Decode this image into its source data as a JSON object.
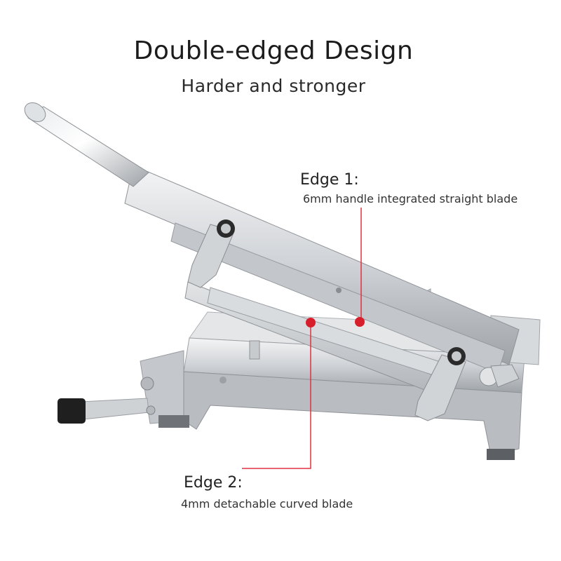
{
  "heading": {
    "title": "Double-edged Design",
    "subtitle": "Harder and stronger"
  },
  "callouts": [
    {
      "label": "Edge 1:",
      "description": "6mm handle integrated straight blade"
    },
    {
      "label": "Edge 2:",
      "description": "4mm detachable curved blade"
    }
  ],
  "colors": {
    "marker": "#d81e2a",
    "leader_line": "#e03040",
    "steel": "#c9ccd0"
  }
}
